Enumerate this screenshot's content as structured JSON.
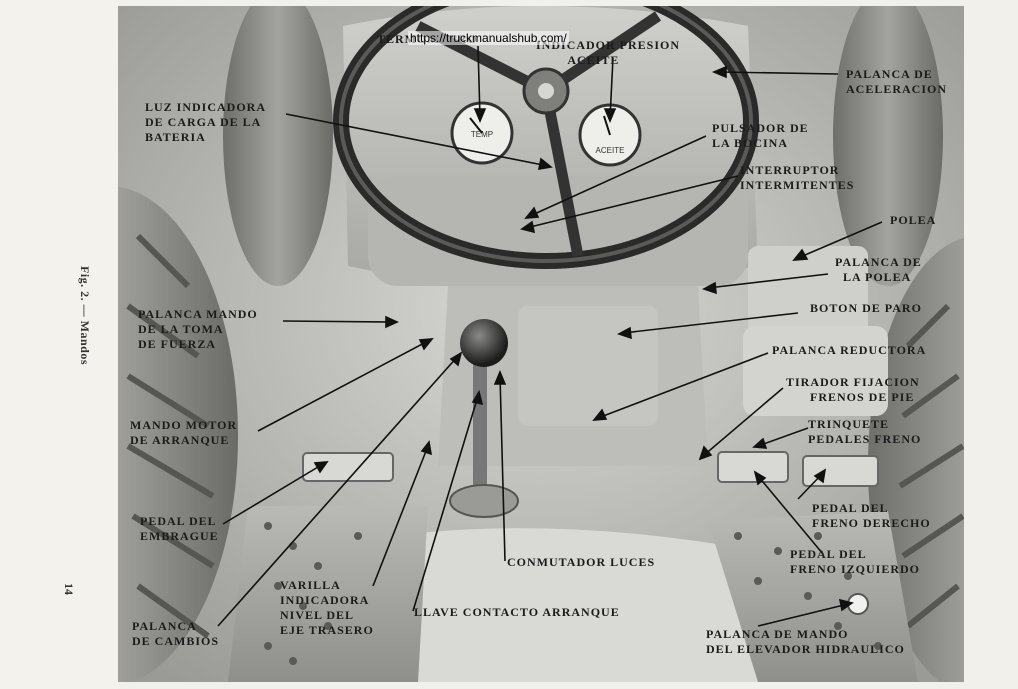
{
  "watermark_url": "https://truckmanualshub.com/",
  "side_caption": "Fig. 2. — Mandos",
  "page_number": "14",
  "labels": {
    "termometro": "TERMOMETRO",
    "indicador_presion": "INDICADOR PRESION\n        ACEITE",
    "palanca_aceleracion": "PALANCA DE\nACELERACION",
    "luz_indicadora": "LUZ INDICADORA\nDE CARGA DE LA\nBATERIA",
    "pulsador_bocina": "PULSADOR DE\nLA BOCINA",
    "interruptor": "INTERRUPTOR\nINTERMITENTES",
    "polea": "POLEA",
    "palanca_polea": "PALANCA DE\n  LA POLEA",
    "boton_paro": "BOTON DE PARO",
    "palanca_toma": "PALANCA MANDO\nDE LA TOMA\nDE FUERZA",
    "palanca_reductora": "PALANCA REDUCTORA",
    "tirador_fijacion": "TIRADOR FIJACION\n      FRENOS DE PIE",
    "mando_motor": "MANDO MOTOR\nDE ARRANQUE",
    "trinquete": "TRINQUETE\nPEDALES FRENO",
    "pedal_embrague": "PEDAL DEL\nEMBRAGUE",
    "pedal_freno_derecho": "PEDAL DEL\nFRENO DERECHO",
    "conmutador_luces": "CONMUTADOR LUCES",
    "pedal_freno_izquierdo": "PEDAL DEL\nFRENO IZQUIERDO",
    "varilla_indicadora": "VARILLA\nINDICADORA\nNIVEL DEL\nEJE TRASERO",
    "llave_contacto": "LLAVE CONTACTO ARRANQUE",
    "palanca_cambios": "PALANCA\nDE CAMBIOS",
    "palanca_elevador": "PALANCA DE MANDO\nDEL ELEVADOR HIDRAULICO"
  },
  "gauges": {
    "left_face": "TEMP",
    "right_face": "ACEITE"
  }
}
